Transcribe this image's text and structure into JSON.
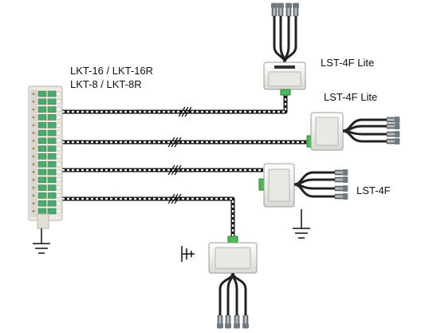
{
  "patch_panel": {
    "label_line1": "LKT-16 / LKT-16R",
    "label_line2": "LKT-8 / LKT-8R"
  },
  "devices": [
    {
      "id": "lite-top",
      "label": "LST-4F Lite"
    },
    {
      "id": "lite-right",
      "label": "LST-4F Lite"
    },
    {
      "id": "std-right",
      "label": "LST-4F"
    },
    {
      "id": "std-bottom",
      "label": ""
    }
  ],
  "colors": {
    "cable": "#1a1a1a",
    "panel_body": "#eeeae3",
    "panel_green": "#4caa6e",
    "device_body": "#f1f1ee",
    "terminal_green": "#4dbb55",
    "bnc_metal": "#6f7a82"
  },
  "icons": {
    "ground": "ground-icon",
    "break": "cable-break-icon"
  }
}
